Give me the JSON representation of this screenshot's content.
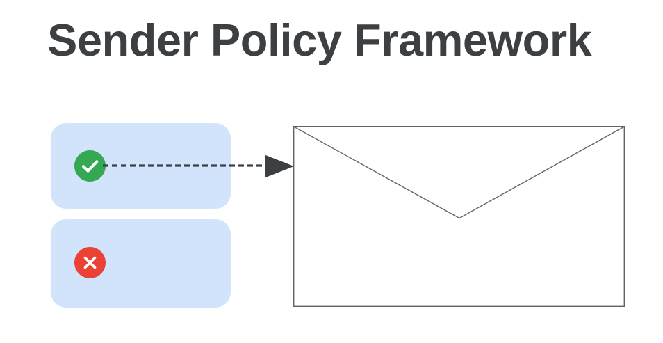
{
  "page": {
    "title": "Sender Policy Framework",
    "background_color": "#ffffff",
    "title_color": "#3c4043"
  },
  "diagram": {
    "name": "spf-result-to-email-flow",
    "cards": [
      {
        "id": "card-pass",
        "name": "spf-pass-card",
        "background_color": "#d2e3fc",
        "badge": {
          "icon": "check-circle-icon",
          "symbol": "check",
          "color": "#34a853",
          "glyph_color": "#ffffff",
          "meaning": "pass"
        }
      },
      {
        "id": "card-fail",
        "name": "spf-fail-card",
        "background_color": "#d2e3fc",
        "badge": {
          "icon": "x-circle-icon",
          "symbol": "cross",
          "color": "#ea4335",
          "glyph_color": "#ffffff",
          "meaning": "fail"
        }
      }
    ],
    "connector": {
      "name": "dashed-arrow-connector",
      "style": "dashed",
      "color": "#3c4043",
      "dash_length": 8,
      "gap_length": 5,
      "stroke_width": 3,
      "arrowhead": "solid-triangle-right",
      "from": "spf-pass-card",
      "to": "envelope"
    },
    "envelope": {
      "name": "envelope-icon",
      "fill": "#ffffff",
      "stroke": "#5f6368",
      "stroke_width": 1.4,
      "flap": "v-shape"
    }
  }
}
